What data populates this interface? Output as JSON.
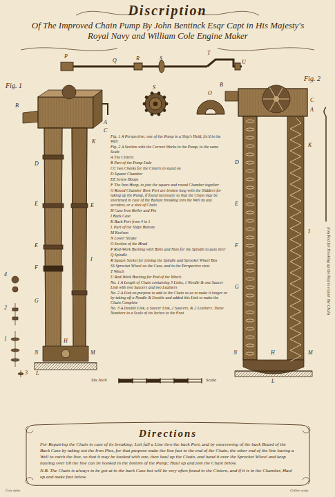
{
  "diagram": {
    "title": "Discription",
    "nodes": [
      {
        "text": [
          "Directions",
          "For Repairing the Chain in case of its breaking; Lett fall a Line thro the back Port, and by unscrewing of the back Board of the Back Case by taking out the Iron Pins, for that purpose make the line fast to the end of the Chain, the other end of the line having a Well to catch the line, so that it may be hooked with one, then haul up the Chain, and hand it over the Sprocket Wheel and keep hauling over till the line can be hooked in the bottom of the Pump; Haul up and join the Chain below.",
          "N.B. The Chain is always to be got at in the back Case but will be very often found in the Cistern, and if it is in the Chamber, Haul up and make fast below."
        ]
      }
    ],
    "labels": [
      "Of The Improved Chain Pump By John Bentinck Esqr Capt in His Majesty's Royal Navy and William Cole Engine Maker",
      "P",
      "Q",
      "R",
      "S",
      "T",
      "U",
      "S",
      "O",
      "Fig. 1",
      "Fig. 2",
      "Fig. 1 A Perspective; one of the Pump in a Ship's Hold, fix'd in the Well",
      "Fig. 2 A Section with the Correct Works in the Pump, to the same Scale",
      "A The Cistern",
      "B Part of the Pump Dale",
      "CC two Cheeks for the Cistern to stand on",
      "D Square Chamber",
      "EE Screw Hoops",
      "F The Iron Hoop, to join the square and round Chamber together",
      "G Round Chamber Bore Port are broken long with the Slidders for taking up the Pump, if found necessary so that the Chain may be shortened in case of the Ballast breaking into the Well by any accident, or a shot of Chain",
      "H Case Iron Roller and Pin",
      "I Back Case",
      "K Back Port from 4 to 1",
      "L Part of the Ships Bottom",
      "M Keelson",
      "N Lower Strake",
      "O Section of the Head",
      "P Rod-Work Bushing with Bolts and Nuts for the Spindle to pass thro'",
      "Q Spindle",
      "R Square Socket for joining the Spindle and Sprocket Wheel Box",
      "SS Sprocket Wheel on the Case, and in the Perspective view",
      "T Winch",
      "U Rod-Work Bushing for End of the Winch",
      "No. 1 A Length of Chain containing 3 Links, 1 Needle & one Saucer Link with two Saucers and two Leathers",
      "No. 2 A Link on purpose to add to the Chain so as to make it longer or by taking off a Needle & Double and added this Link to make the Chain Complete",
      "No. 3 A Double Link, a Saucer Link, 2 Saucers, & 2 Leathers. These Numbers to a Scale of six Inches to the Foot",
      "B",
      "A",
      "C",
      "K",
      "D",
      "E",
      "E",
      "E",
      "F",
      "G",
      "I",
      "H",
      "L",
      "M",
      "N",
      "B",
      "C",
      "A",
      "D",
      "K",
      "E",
      "F",
      "G",
      "I",
      "H",
      "M",
      "N",
      "L",
      "4",
      "2",
      "1",
      "3",
      "Iron Rod for Hooking up the Rod to repair the Chain",
      "Six Inch",
      "Scale",
      "Cole delin.",
      "Collier sculp."
    ]
  }
}
